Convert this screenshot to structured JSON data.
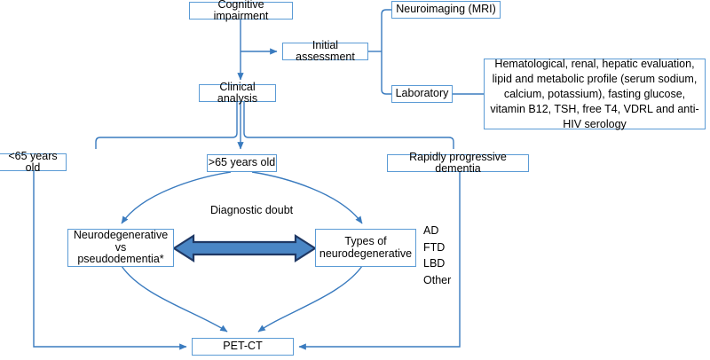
{
  "diagram": {
    "title": "Cognitive impairment diagnostic workup flowchart",
    "colors": {
      "box_border": "#5B9BD5",
      "connector": "#3A7BBF",
      "big_arrow_fill": "#4A86C5",
      "big_arrow_stroke": "#1F3864",
      "text": "#000000",
      "background": "#FFFFFF"
    },
    "nodes": {
      "cognitive_impairment": "Cognitive impairment",
      "initial_assessment": "Initial assessment",
      "clinical_analysis": "Clinical analysis",
      "neuroimaging": "Neuroimaging (MRI)",
      "laboratory": "Laboratory",
      "lab_details": "Hematological, renal, hepatic evaluation, lipid and metabolic profile (serum sodium, calcium, potassium), fasting glucose, vitamin B12, TSH, free T4, VDRL and anti-HIV serology",
      "under65": "<65 years old",
      "over65": ">65 years old",
      "rapidly_progressive": "Rapidly progressive dementia",
      "neurodegenerative_vs_pseudo_line1": "Neurodegenerative",
      "neurodegenerative_vs_pseudo_line2": "vs",
      "neurodegenerative_vs_pseudo_line3": "pseudodementia*",
      "types_line1": "Types of",
      "types_line2": "neurodegenerative",
      "pet_ct": "PET-CT"
    },
    "labels": {
      "diagnostic_doubt": "Diagnostic doubt",
      "dementia_types": [
        "AD",
        "FTD",
        "LBD",
        "Other"
      ]
    }
  }
}
